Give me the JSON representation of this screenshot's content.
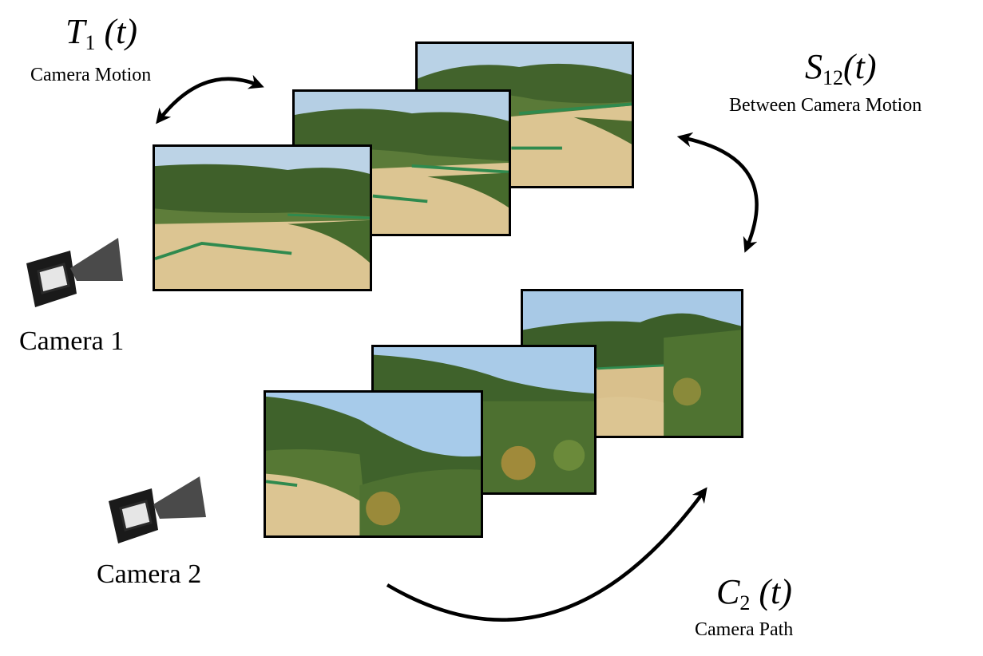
{
  "labels": {
    "t1": {
      "symbol": "T",
      "subscript": "1",
      "arg": "(t)",
      "caption": "Camera Motion"
    },
    "s12": {
      "symbol": "S",
      "subscript": "12",
      "arg": "(t)",
      "caption": "Between Camera Motion"
    },
    "c2": {
      "symbol": "C",
      "subscript": "2",
      "arg": "(t)",
      "caption": "Camera Path"
    }
  },
  "cameras": [
    {
      "name": "Camera 1",
      "icon": "video-camera-icon"
    },
    {
      "name": "Camera 2",
      "icon": "video-camera-icon"
    }
  ],
  "frame_groups": [
    {
      "camera": "Camera 1",
      "frame_count": 3,
      "scene": "forested hillside above sandy field with green fence"
    },
    {
      "camera": "Camera 2",
      "frame_count": 3,
      "scene": "forested mountain, trees and sandy field from angled view"
    }
  ],
  "colors": {
    "ink": "#000000",
    "sky": "#9fc4e0",
    "forest": "#3e5f2a",
    "field": "#d9c08c",
    "fence": "#2f8a4e"
  }
}
